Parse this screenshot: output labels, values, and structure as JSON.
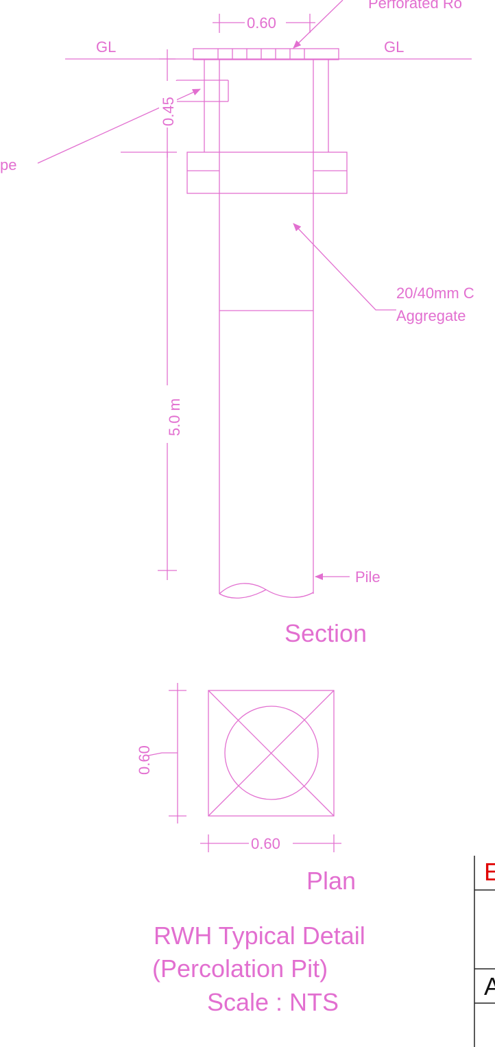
{
  "section": {
    "ground_label_left": "GL",
    "ground_label_right": "GL",
    "cover_width_dim": "0.60",
    "cover_label": "Perforated Ro",
    "depth_top_dim": "0.45",
    "pipe_label": "pe",
    "aggregate_label_line1": "20/40mm C",
    "aggregate_label_line2": "Aggregate",
    "depth_dim": "5.0 m",
    "pile_label": "Pile",
    "title": "Section"
  },
  "plan": {
    "side_dim": "0.60",
    "bottom_dim": "0.60",
    "title": "Plan"
  },
  "caption": {
    "line1": "RWH Typical Detail",
    "line2": "(Percolation Pit)",
    "line3": "Scale : NTS"
  },
  "table": {
    "cell_top": "E",
    "cell_bottom": "A"
  },
  "colors": {
    "drawing": "#e26fd0",
    "accent_red": "#e00000",
    "table_border": "#222222"
  }
}
